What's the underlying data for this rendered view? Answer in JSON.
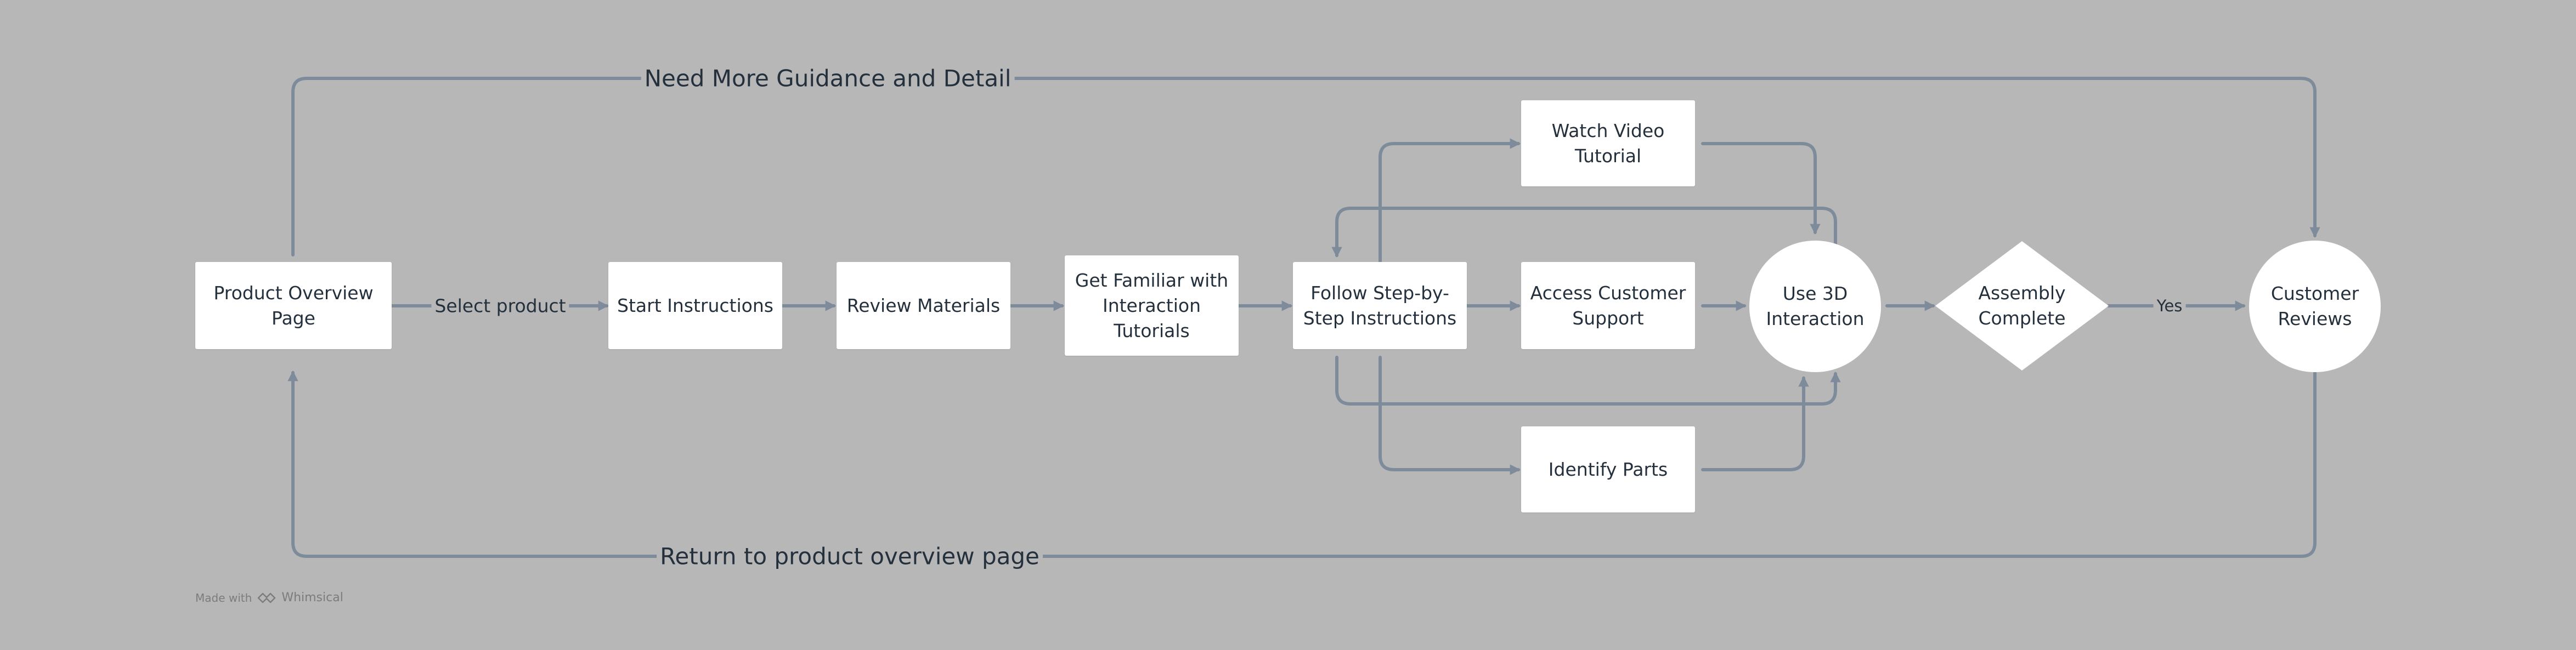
{
  "colors": {
    "background": "#b7b7b7",
    "connector": "#7d8b9b",
    "node_fill": "#ffffff",
    "text": "#25303d"
  },
  "nodes": {
    "product_overview": "Product Overview Page",
    "start_instructions": "Start Instructions",
    "review_materials": "Review Materials",
    "get_familiar": "Get Familiar with Interaction Tutorials",
    "follow_steps": "Follow Step-by-Step Instructions",
    "watch_video": "Watch Video Tutorial",
    "access_support": "Access Customer Support",
    "identify_parts": "Identify Parts",
    "use_3d": "Use 3D Interaction",
    "assembly_complete": "Assembly Complete",
    "customer_reviews": "Customer Reviews"
  },
  "edge_labels": {
    "select_product": "Select product",
    "need_guidance": "Need More Guidance and Detail",
    "return_overview": "Return to product overview page",
    "yes": "Yes"
  },
  "footer": {
    "made_with": "Made with",
    "brand": "Whimsical",
    "logo_icon": "whimsical-logo-icon"
  }
}
